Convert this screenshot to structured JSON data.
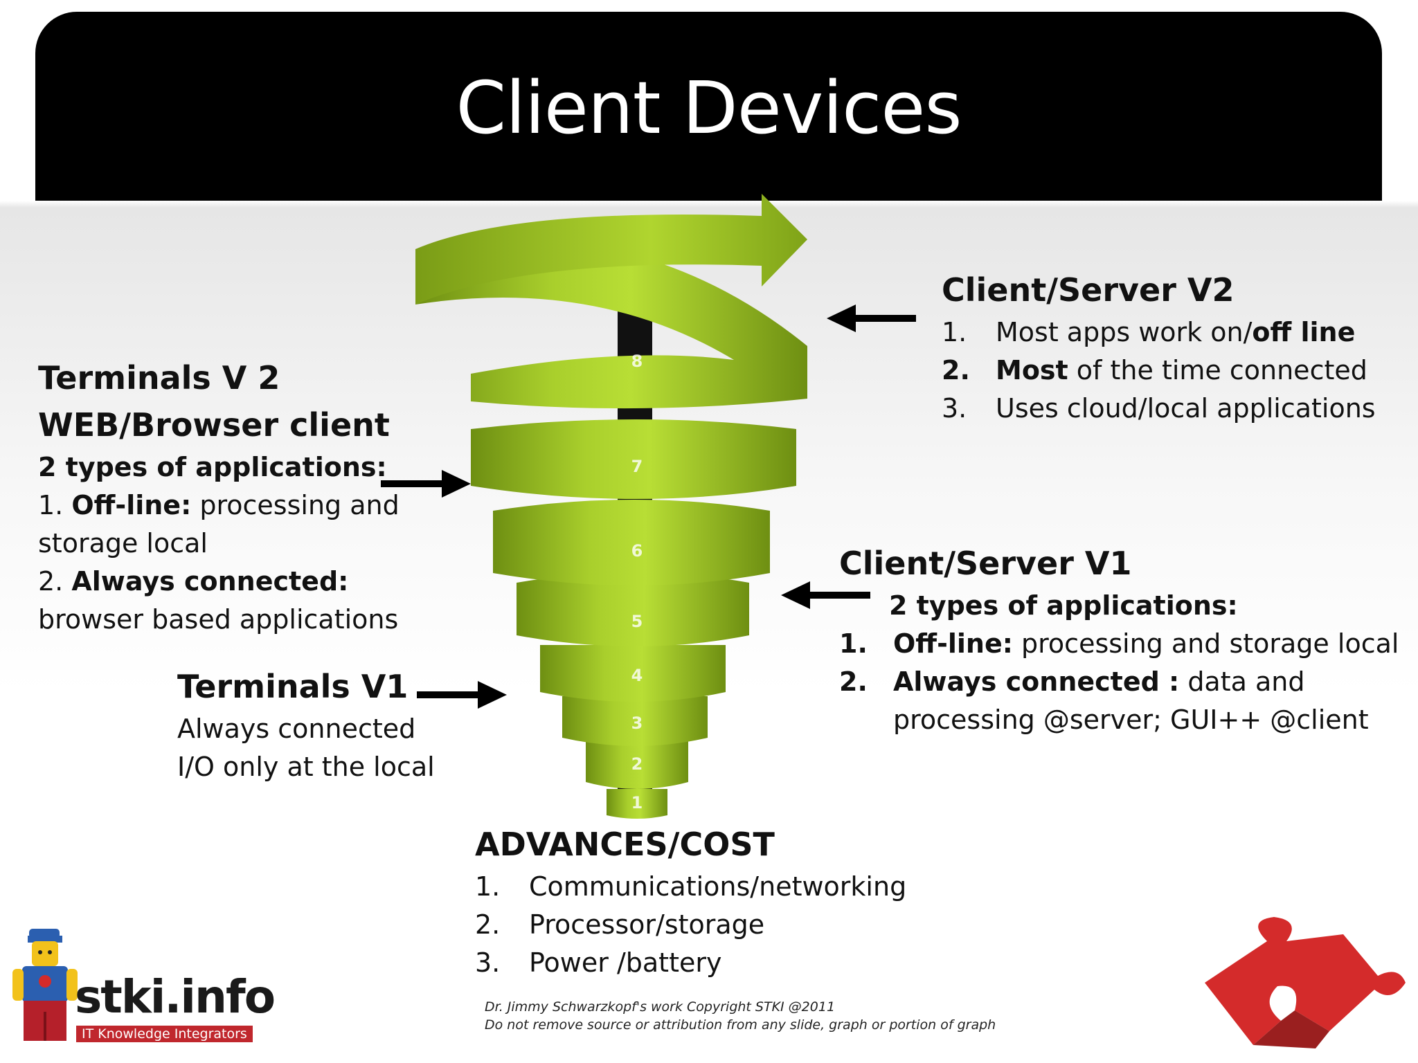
{
  "slide": {
    "title": "Client Devices"
  },
  "spiral": {
    "levels": [
      "1",
      "2",
      "3",
      "4",
      "5",
      "6",
      "7",
      "8"
    ],
    "color": "#8fb51d"
  },
  "client_server_v2": {
    "heading": "Client/Server V2",
    "items": [
      {
        "num": "1.",
        "pre": "Most apps work on/",
        "bold": "off line",
        "post": ""
      },
      {
        "num": "2.",
        "pre": "",
        "bold": "Most",
        "post": " of the time connected"
      },
      {
        "num": "3.",
        "pre": "Uses cloud/local applications",
        "bold": "",
        "post": ""
      }
    ]
  },
  "terminals_v2": {
    "heading1": "Terminals V 2",
    "heading2": "WEB/Browser client",
    "subheading": "2 types of applications:",
    "item1_prefix": "1. ",
    "item1_bold": "Off-line:",
    "item1_text": " processing and",
    "item1_cont": "storage local",
    "item2_prefix": "2. ",
    "item2_bold": "Always connected:",
    "item2_cont": "browser based applications"
  },
  "client_server_v1": {
    "heading": "Client/Server V1",
    "subheading": "2 types of applications:",
    "item1_num": "1.",
    "item1_bold": "Off-line:",
    "item1_text": " processing and storage local",
    "item2_num": "2.",
    "item2_bold": "Always connected :",
    "item2_text": " data and",
    "item2_cont": "processing @server; GUI++ @client"
  },
  "terminals_v1": {
    "heading": "Terminals V1",
    "line1": "Always connected",
    "line2": "I/O only at the local"
  },
  "advances": {
    "heading": "ADVANCES/COST",
    "items": [
      {
        "num": "1.",
        "text": "Communications/networking"
      },
      {
        "num": "2.",
        "text": "Processor/storage"
      },
      {
        "num": "3.",
        "text": "Power /battery"
      }
    ]
  },
  "credit": {
    "line1": "Dr. Jimmy Schwarzkopf's work  Copyright STKI @2011",
    "line2": "Do not remove source or attribution from any slide, graph or portion of graph"
  },
  "logo": {
    "name": "stki.info",
    "tagline": "IT Knowledge Integrators"
  },
  "colors": {
    "header": "#000000",
    "spiral": "#8fb51d",
    "puzzle": "#d42b2b"
  }
}
